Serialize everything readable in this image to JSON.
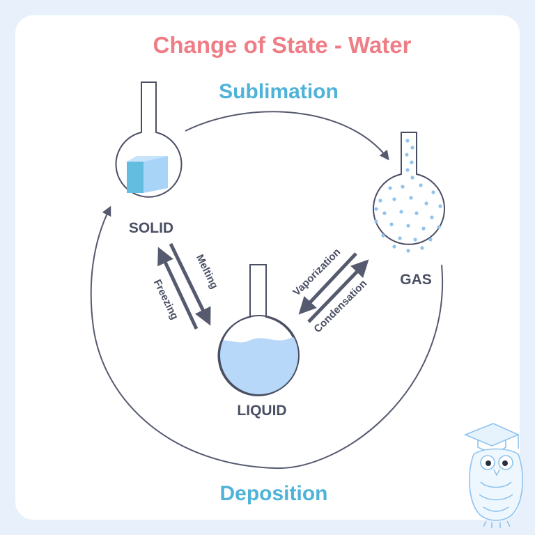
{
  "title": "Change of State - Water",
  "processes": {
    "top": "Sublimation",
    "bottom": "Deposition",
    "melting": "Melting",
    "freezing": "Freezing",
    "vaporization": "Vaporization",
    "condensation": "Condensation"
  },
  "states": {
    "solid": "SOLID",
    "liquid": "LIQUID",
    "gas": "GAS"
  },
  "colors": {
    "title": "#ef7d86",
    "process_heading": "#4fb3d9",
    "text": "#4a4f63",
    "water": "#b7d8f8",
    "ice_front": "#62bde0",
    "ice_side": "#a8d4f8",
    "gas_dots": "#8fc3ee",
    "arrow": "#555a6e"
  },
  "icons": [
    "owl-graduate-icon"
  ]
}
